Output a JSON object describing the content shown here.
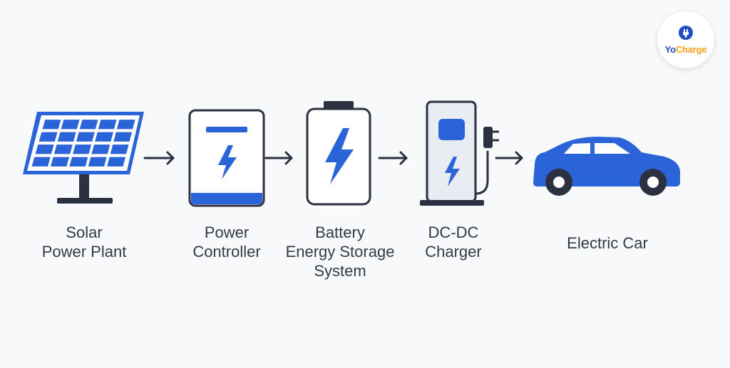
{
  "brand": {
    "name_part1": "Yo",
    "name_part2": "Charge",
    "colors": {
      "blue": "#1f4fbf",
      "orange": "#f5a21b"
    },
    "icon": "plug-icon"
  },
  "colors": {
    "accent_blue": "#2b63d9",
    "outline": "#2b3140",
    "label_text": "#333a45",
    "background": "#f8f9fb"
  },
  "stages": [
    {
      "icon": "solar-panel-icon",
      "label_lines": [
        "Solar",
        "Power Plant"
      ]
    },
    {
      "icon": "power-controller-icon",
      "label_lines": [
        "Power",
        "Controller"
      ]
    },
    {
      "icon": "battery-icon",
      "label_lines": [
        "Battery",
        "Energy Storage",
        "System"
      ]
    },
    {
      "icon": "charging-station-icon",
      "label_lines": [
        "DC-DC",
        "Charger"
      ]
    },
    {
      "icon": "electric-car-icon",
      "label_lines": [
        "Electric Car"
      ]
    }
  ],
  "connector_icon": "arrow-right-icon"
}
